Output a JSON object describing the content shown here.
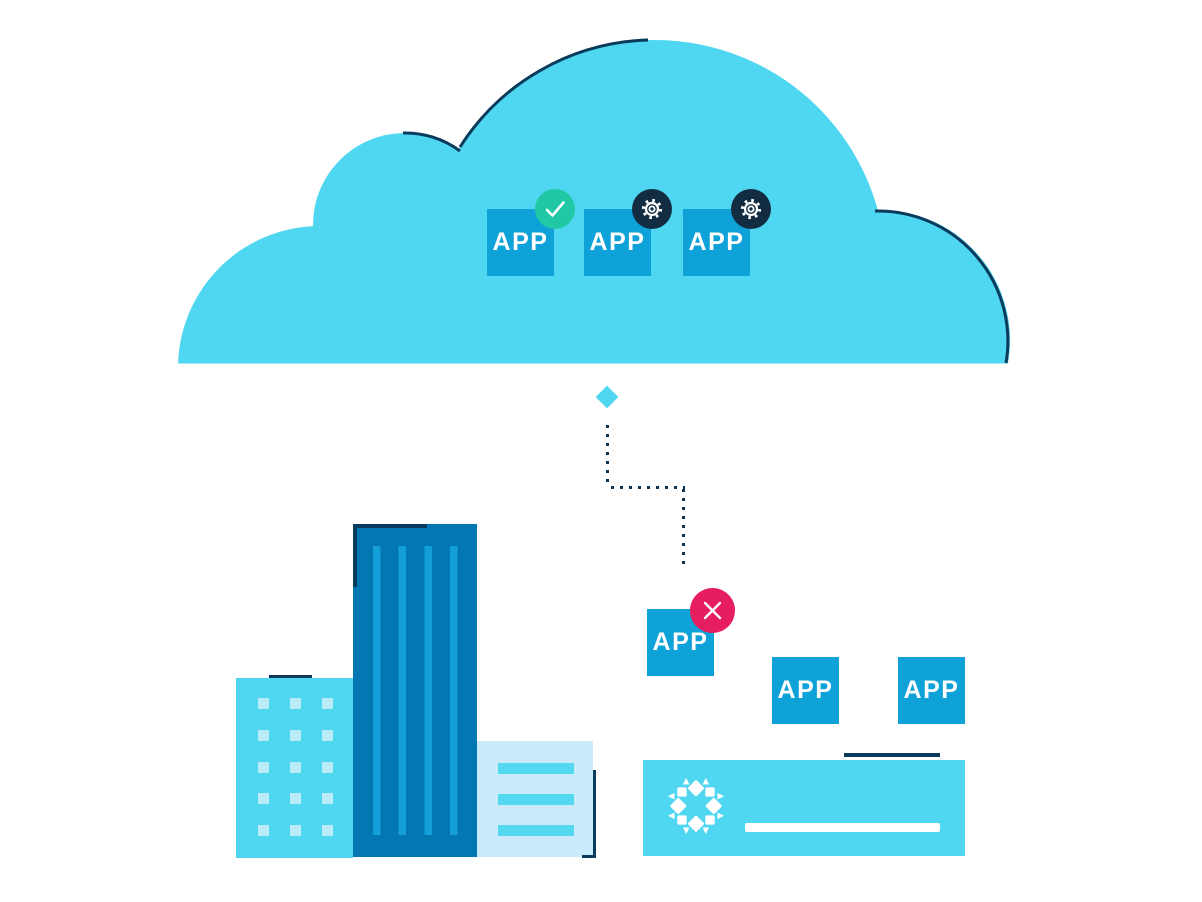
{
  "illustration": {
    "title": "cloud-apps-migration-illustration",
    "cloud": {
      "apps": [
        {
          "label": "APP",
          "badge": "check-icon"
        },
        {
          "label": "APP",
          "badge": "gear-icon"
        },
        {
          "label": "APP",
          "badge": "gear-icon"
        }
      ]
    },
    "ground": {
      "apps": [
        {
          "label": "APP",
          "badge": "x-icon"
        },
        {
          "label": "APP",
          "badge": ""
        },
        {
          "label": "APP",
          "badge": ""
        }
      ]
    },
    "icons": [
      "check-icon",
      "gear-icon",
      "x-icon",
      "flower-logo-icon",
      "diamond-connector"
    ],
    "colors": {
      "cloud_cyan": "#4fd6f0",
      "app_tile_blue": "#0fa2d8",
      "dark_building_blue": "#0277b2",
      "dark_building_stripe": "#149fd9",
      "pale_building_blue": "#c8eafa",
      "pale_stripe_cyan": "#53d8ef",
      "window_pale": "#baecf8",
      "outline_navy": "#0a3a5c",
      "badge_navy": "#122c42",
      "dotted_navy": "#0e3352",
      "badge_teal": "#21c8a6",
      "badge_pink": "#e61e5f",
      "white": "#ffffff"
    }
  }
}
